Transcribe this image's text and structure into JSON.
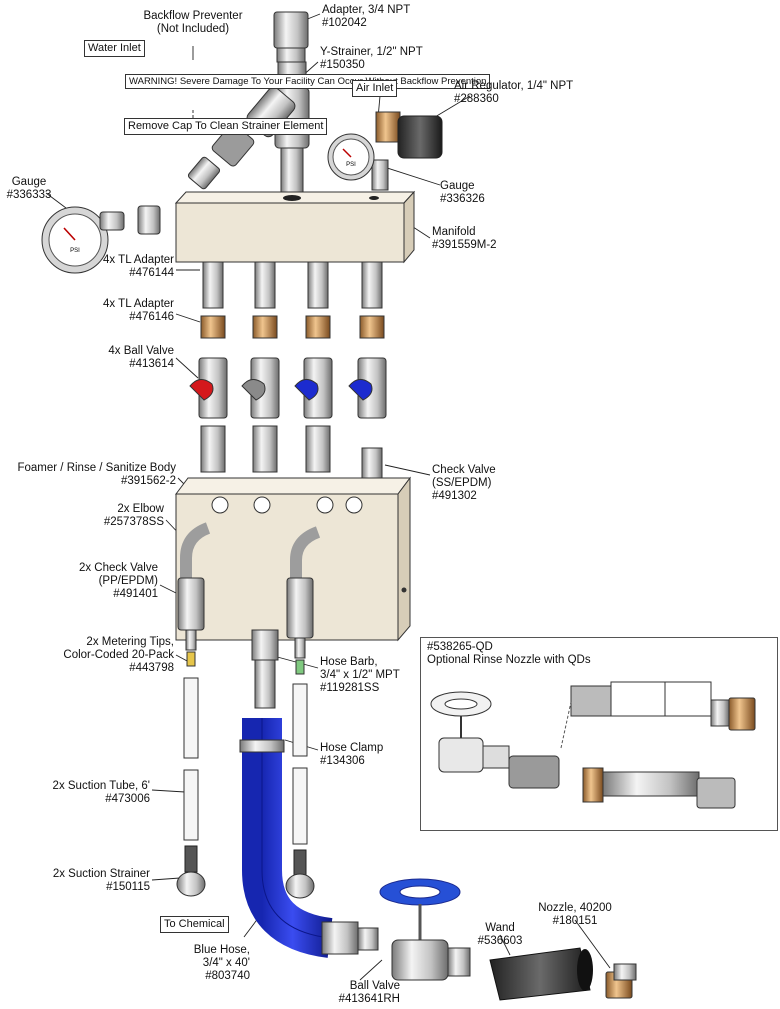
{
  "labels": {
    "backflow": [
      "Backflow Preventer",
      "(Not Included)"
    ],
    "adapter_npt": [
      "Adapter, 3/4 NPT",
      "#102042"
    ],
    "y_strainer": [
      "Y-Strainer, 1/2\" NPT",
      "#150350"
    ],
    "water_inlet": "Water Inlet",
    "warning": [
      "WARNING! Severe Damage",
      "To Your Facility Can Occur",
      "Without Backflow Prevention"
    ],
    "air_inlet": "Air Inlet",
    "air_regulator": [
      "Air Regulator, 1/4\" NPT",
      "#288360"
    ],
    "remove_cap": [
      "Remove Cap",
      "To Clean",
      "Strainer Element"
    ],
    "gauge_left": [
      "Gauge",
      "#336333"
    ],
    "gauge_right": [
      "Gauge",
      "#336326"
    ],
    "manifold": [
      "Manifold",
      "#391559M-2"
    ],
    "tl_adapter_1": [
      "4x TL Adapter",
      "#476144"
    ],
    "tl_adapter_2": [
      "4x TL Adapter",
      "#476146"
    ],
    "ball_valve_4x": [
      "4x Ball Valve",
      "#413614"
    ],
    "body": [
      "Foamer / Rinse / Sanitize Body",
      "#391562-2"
    ],
    "check_valve": [
      "Check Valve",
      "(SS/EPDM)",
      "#491302"
    ],
    "elbow": [
      "2x Elbow",
      "#257378SS"
    ],
    "check_valve_2x": [
      "2x Check Valve",
      "(PP/EPDM)",
      "#491401"
    ],
    "metering_tips": [
      "2x Metering Tips,",
      "Color-Coded 20-Pack",
      "#443798"
    ],
    "hose_barb": [
      "Hose Barb,",
      "3/4\" x 1/2\" MPT",
      "#119281SS"
    ],
    "hose_clamp": [
      "Hose Clamp",
      "#134306"
    ],
    "suction_tube": [
      "2x Suction Tube, 6'",
      "#473006"
    ],
    "suction_strainer": [
      "2x Suction Strainer",
      "#150115"
    ],
    "to_chemical": "To Chemical",
    "blue_hose": [
      "Blue Hose,",
      "3/4\" x 40'",
      "#803740"
    ],
    "ball_valve_rh": [
      "Ball Valve",
      "#413641RH"
    ],
    "wand": [
      "Wand",
      "#536603"
    ],
    "nozzle": [
      "Nozzle, 40200",
      "#180151"
    ],
    "optional": [
      "#538265-QD",
      "Optional Rinse Nozzle with QDs"
    ]
  },
  "gauge_unit": "PSI",
  "colors": {
    "manifold_fill": "#ede6d6",
    "hose_blue": "#1f2fd6",
    "valve_red": "#d4181c",
    "valve_gray": "#8a8a8a",
    "valve_blue": "#1c2bcf",
    "brass": "#c98a4a",
    "chrome": "#bdbdbd"
  },
  "valve_handles": [
    "red",
    "gray",
    "blue",
    "blue"
  ]
}
